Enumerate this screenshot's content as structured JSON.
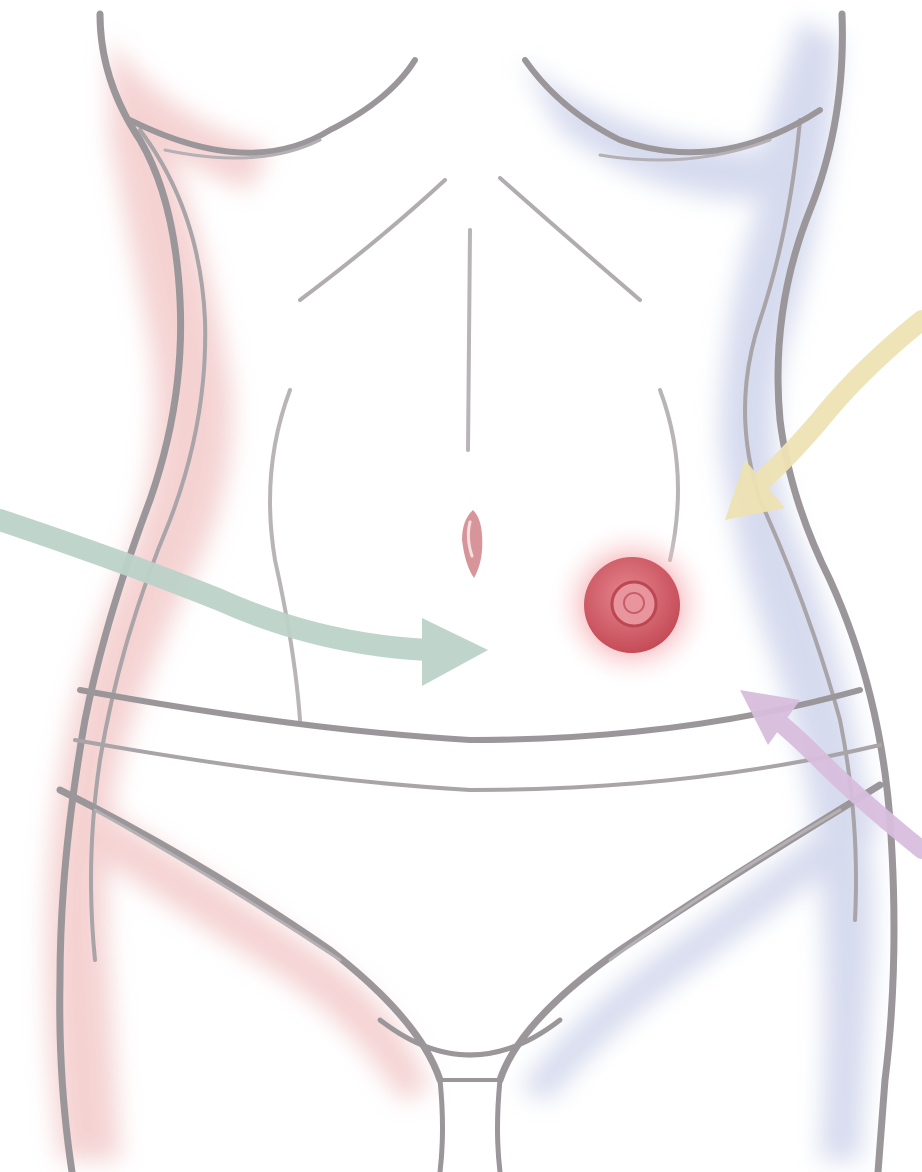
{
  "figure": {
    "subject": "female-torso-outline",
    "elements": [
      "torso-outline",
      "navel",
      "pain-point-marker",
      "arrow-left-abdomen",
      "arrow-upper-right",
      "arrow-lower-right"
    ]
  },
  "colors": {
    "background": "#ffffff",
    "outline": "#9a969a",
    "outline_dark": "#8e8a90",
    "left_shade": "#f2c4c4",
    "right_shade": "#ccd2ea",
    "navel": "#d48a8e",
    "marker_outer": "#c9505a",
    "marker_inner": "#e07c86",
    "marker_glow": "#f08a92",
    "arrow_green": "#bcd2c8",
    "arrow_yellow": "#eee3b4",
    "arrow_purple": "#d8bedd"
  },
  "icons": {
    "marker": "circle-target-icon",
    "arrow_left": "arrow-right-icon",
    "arrow_upper_right": "arrow-down-left-icon",
    "arrow_lower_right": "arrow-up-left-icon"
  }
}
